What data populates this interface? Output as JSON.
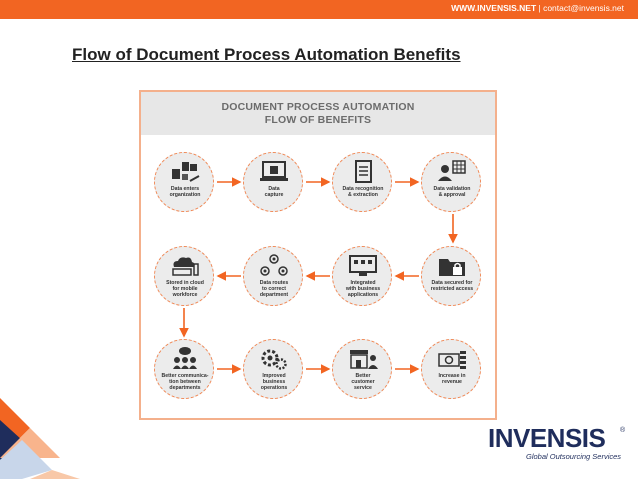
{
  "header": {
    "website": "WWW.INVENSIS.NET",
    "separator": " | ",
    "email": "contact@invensis.net"
  },
  "slide": {
    "title": "Flow of Document Process Automation Benefits"
  },
  "infographic": {
    "title_line1": "DOCUMENT PROCESS AUTOMATION",
    "title_line2": "FLOW OF BENEFITS",
    "steps": [
      {
        "label": "Data enters\norganization",
        "icon": "document-stack-icon"
      },
      {
        "label": "Data\ncapture",
        "icon": "laptop-upload-icon"
      },
      {
        "label": "Data recognition\n& extraction",
        "icon": "document-scan-icon"
      },
      {
        "label": "Data validation\n& approval",
        "icon": "user-grid-icon"
      },
      {
        "label": "Data secured for\nrestricted access",
        "icon": "lock-folder-icon"
      },
      {
        "label": "Integrated\nwith business\napplications",
        "icon": "monitor-apps-icon"
      },
      {
        "label": "Data routes\nto correct\ndepartment",
        "icon": "network-users-icon"
      },
      {
        "label": "Stored in cloud\nfor mobile\nworkforce",
        "icon": "cloud-laptop-icon"
      },
      {
        "label": "Better communica-\ntion between\ndepartments",
        "icon": "team-chat-icon"
      },
      {
        "label": "Improved\nbusiness\noperations",
        "icon": "gears-icon"
      },
      {
        "label": "Better\ncustomer\nservice",
        "icon": "store-customer-icon"
      },
      {
        "label": "Increase in\nrevenue",
        "icon": "money-stack-icon"
      }
    ]
  },
  "branding": {
    "logo_text": "INVENSIS",
    "logo_reg": "®",
    "tagline": "Global Outsourcing Services"
  },
  "colors": {
    "accent": "#f26522",
    "arrow": "#f26522",
    "brand_navy": "#1f2d5c",
    "header_gray": "#e7e7e7"
  }
}
